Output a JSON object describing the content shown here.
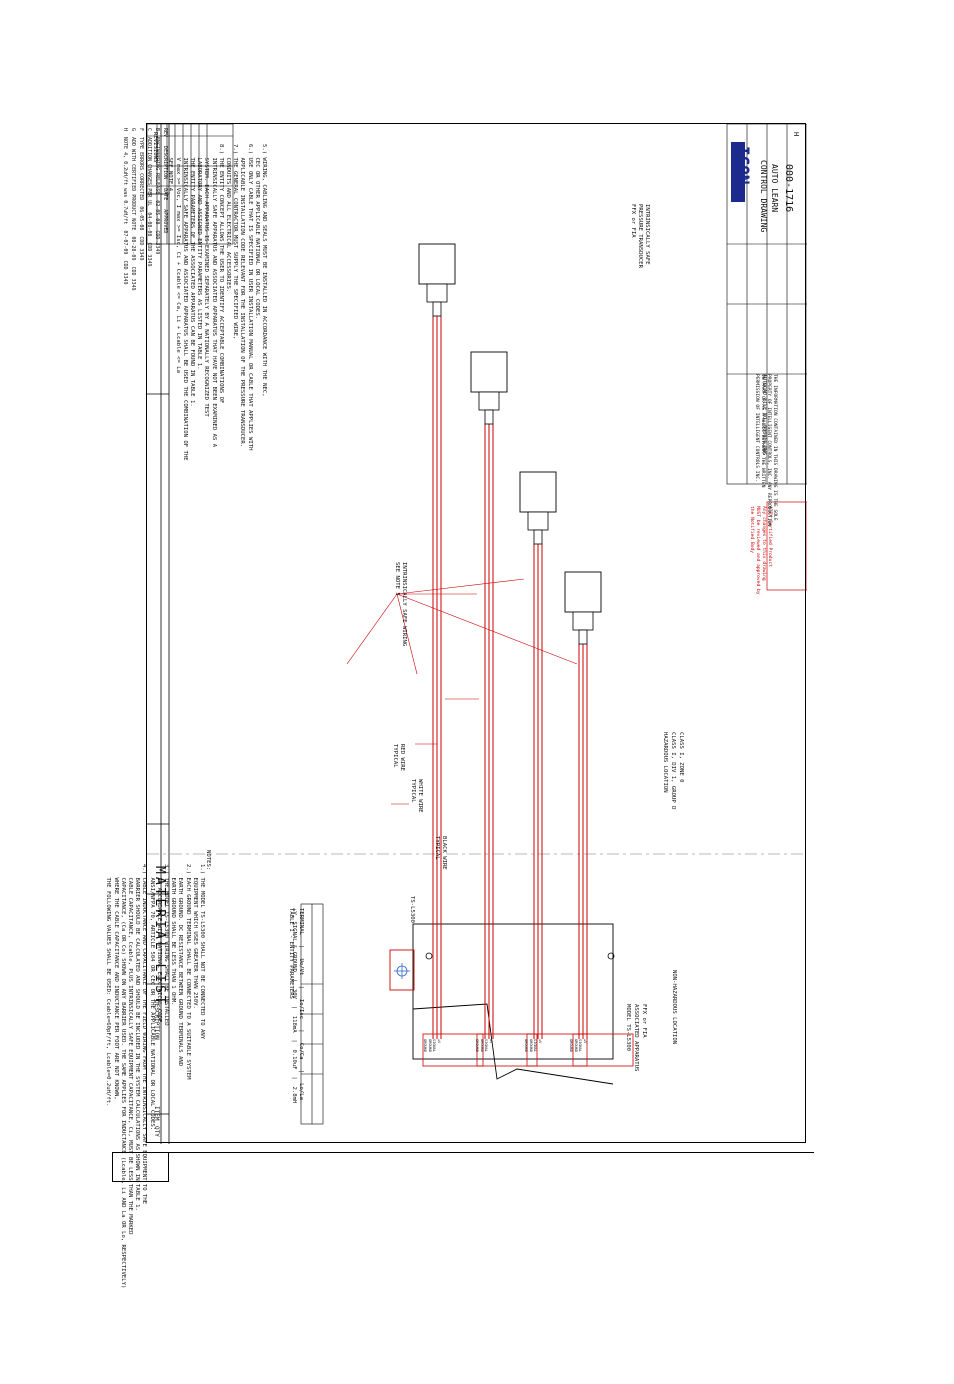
{
  "sheet": {
    "material_list_title": "MATERIAL LIST",
    "col_description": "DESCRIPTION",
    "col_item": "ITEM",
    "col_qty": "QTY"
  },
  "notes": {
    "heading": "NOTES:",
    "lines": [
      "1.) THE MODEL TS-L5300 SHALL NOT BE CONNECTED TO ANY",
      "    EQUIPMENT WHICH USES GREATER THAN 250V.",
      "2.) EACH GROUND TERMINAL SHALL BE CONNECTED TO A SUITABLE SYSTEM",
      "    EARTH GROUND. DC RESISTANCE BETWEEN GROUND TERMINALS AND",
      "    EARTH GROUND SHALL BE LESS THAN 1 OHM.",
      "3.) THE MODEL TS-L5300 WIRING SHALL BE INSTALLED",
      "    IN ACCORDANCE WITH NATIONAL ELECTRICAL CODE",
      "    ANSI/NFPA 70, ARTICLE 504 OR CEC OR THE APPLICABLE NATIONAL OR LOCAL CODES.",
      "4.) CABLE INDUCTANCE AND CAPACITANCE OF THE FIELD WIRING FROM THE INTRINSICALLY SAFE EQUIPMENT TO THE",
      "    BARRIER SHOULD BE CALCULATED AND SHOULD BE INCLUDED IN THE SYSTEM CALCULATIONS AS SHOWN IN TABLE 1.",
      "    CABLE CAPACITANCE, Ccable, PLUS INTRINSICALLY SAFE EQUIPMENT CAPACITANCE, Ci, MUST BE LESS THAN THE MARKED",
      "    CAPACITANCE, (Ca OR Co) SHOWN ON ANY BARRIER USED. THE SAME APPLIES FOR INDUCTANCE (Lcable, Li AND La OR Lo, RESPECTIVELY)",
      "    WHERE THE CABLE CAPACITANCE AND INDUCTANCE PER FOOT ARE NOT KNOWN,",
      "    THE FOLLOWING VALUES SHALL BE USED: Ccable=60pF/ft, Lcable=0.2uH/ft."
    ],
    "right_lines": [
      "5.) WIRING, CABLING AND SEALS MUST BE INSTALLED IN ACCORDANCE WITH THE NEC,",
      "    CEC OR OTHER APPLICABLE NATIONAL OR LOCAL CODES.",
      "6.) USE ONLY CABLE THAT IS SPECIFIED IN USER INSTALLATION MANUAL OR CABLE THAT APPLIES WITH",
      "    APPLICABLE INSTALLATION CODE RELEVANT FOR THE INSTALLATION OF THE PRESSURE TRANSDUCER.",
      "7.) THE GENERAL CONTRACTOR MUST SUPPLY THE SPECIFIED WIRE,",
      "    CONDUITS AND ALL ELECTRICAL ACCESSORIES.",
      "8.) THE ENTITY CONCEPT ALLOWS THE USER TO IDENTIFY ACCEPTABLE COMBINATIONS OF",
      "    INTRINSICALLY SAFE APPARATUS AND ASSOCIATED APPARATUS THAT HAVE NOT BEEN EXAMINED AS A",
      "    SYSTEM. EACH APPARATUS IS EXAMINED SEPARATELY BY A NATIONALLY RECOGNIZED TEST",
      "    LABORATORY AND ASSIGNED ENTITY PARAMETERS AS LISTED IN TABLE 1.",
      "    THE ENTITY PARAMETERS OF THE ASSOCIATED APPARATUS CAN BE FOUND IN TABLE 1.",
      "    INTRINSICALLY SAFE APPARATUS AND ASSOCIATED APPARATUS SHALL BE USED THE COMBINATION OF THE",
      "    V max >= Voc, I max >= Isc, Ci + Ccable <= Ca, Li + Lcable <= La",
      "    SEE NOTE 4."
    ]
  },
  "table": {
    "title": "TABLE 1 - ENTITY PARAMETERS",
    "headers": [
      "TERMINAL",
      "Uo/Vt",
      "Io/Isc",
      "Co/Ca",
      "Lo/La"
    ],
    "row": [
      "+V, SIGNAL & GROUND",
      "30V",
      "118mA",
      "0.10uF",
      "2.8mH"
    ]
  },
  "labels": {
    "ts_label": "TS-L5300",
    "model_label": "MODEL TS-L5300",
    "model_label2": "ASSOCIATED APPARATUS",
    "model_label3": "FFX or FIA",
    "nonhaz": "NON-HAZARDOUS LOCATION",
    "haz1": "HAZARDOUS LOCATION",
    "haz2": "CLASS I, DIV 1, GROUP D",
    "haz3": "CLASS I, ZONE 0",
    "black_wire": "BLACK WIRE\nTYPICAL",
    "white_wire": "WHITE WIRE\nTYPICAL",
    "red_wire": "RED WIRE\nTYPICAL",
    "is_wiring": "INTRINSICALLY SAFE WIRING\nSEE NOTE 5",
    "transducer": "INTRINSICALLY SAFE\nPRESSURE TRANSDUCER\nFFX or FIA",
    "term_lines": "+V\nSIGNAL\nGROUND\nGROUND"
  },
  "revisions": {
    "title": "REVISIONS",
    "headers": [
      "REV",
      "DESCRIPTION",
      "DATE",
      "APPROVED"
    ],
    "rows": [
      [
        "B",
        "ENGINEERING RELEASE",
        "02-05-08",
        "CDD 3349"
      ],
      [
        "C",
        "ADDITION CHANGES PER UL",
        "04-08-08",
        "CDD 3349"
      ],
      [
        "F",
        "TYPE ERRORS CORRECTED",
        "06-05-08",
        "CDD 3349"
      ],
      [
        "G",
        "ADD WITH CERTIFIED PRODUCT NOTE",
        "08-28-09",
        "CDD 3349"
      ],
      [
        "H",
        "NOTE 4, 0.2uH/ft was 0.7uH/ft",
        "07-07-09",
        "CDD 3349"
      ]
    ]
  },
  "cert_note": "ATEX Certified Product\nAny changes to this drawing\nMUST be reviewed and approved by\nthe Notified Body",
  "title_block": {
    "company": "ICON",
    "drawing_title": "CONTROL DRAWING",
    "drawing_subtitle": "AUTO LEARN",
    "drawing_no": "000-1716",
    "rev": "H",
    "autocad": "AUTOCAD FILE NO. 000016.DWG",
    "proprietary": "THE INFORMATION CONTAINED IN THIS DRAWING IS THE SOLE\nPROPERTY OF INTELLIGENT CONTROLS, INC. ANY REPRODUCTION\nIN PART OR AS A WHOLE WITHOUT THE WRITTEN\nPERMISSION OF INTELLIGENT CONTROLS INC."
  },
  "colors": {
    "red": "#d21f1f",
    "line": "#000000",
    "logo": "#1b2a8c"
  }
}
